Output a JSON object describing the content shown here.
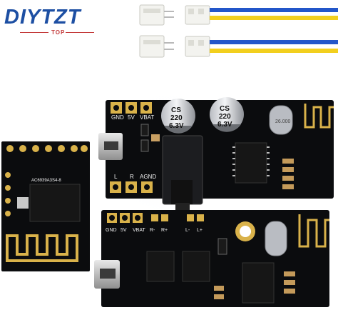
{
  "logo": {
    "main": "DIYTZT",
    "sub": "TOP"
  },
  "colors": {
    "pcb": "#0b0c0e",
    "gold": "#d9b24a",
    "wire_blue": "#2356c9",
    "wire_yellow": "#f2cf1e",
    "connector": "#f3f3ef",
    "logo_blue": "#1d4fa3",
    "logo_red": "#c43b3b"
  },
  "board_a": {
    "top_labels": [
      "GND",
      "5V",
      "VBAT"
    ],
    "bottom_labels": [
      "L",
      "R",
      "AGND"
    ],
    "cap_left": {
      "brand": "CS",
      "value": "220",
      "voltage": "6.3V"
    },
    "cap_right": {
      "brand": "CS",
      "value": "220",
      "voltage": "6.3V"
    },
    "crystal": "26.000"
  },
  "board_b": {
    "top_labels": [
      "GND",
      "5V",
      "VBAT",
      "R-",
      "R+",
      "L-",
      "L+"
    ]
  },
  "module": {
    "chip_text": "AC6939A3S4-8"
  }
}
